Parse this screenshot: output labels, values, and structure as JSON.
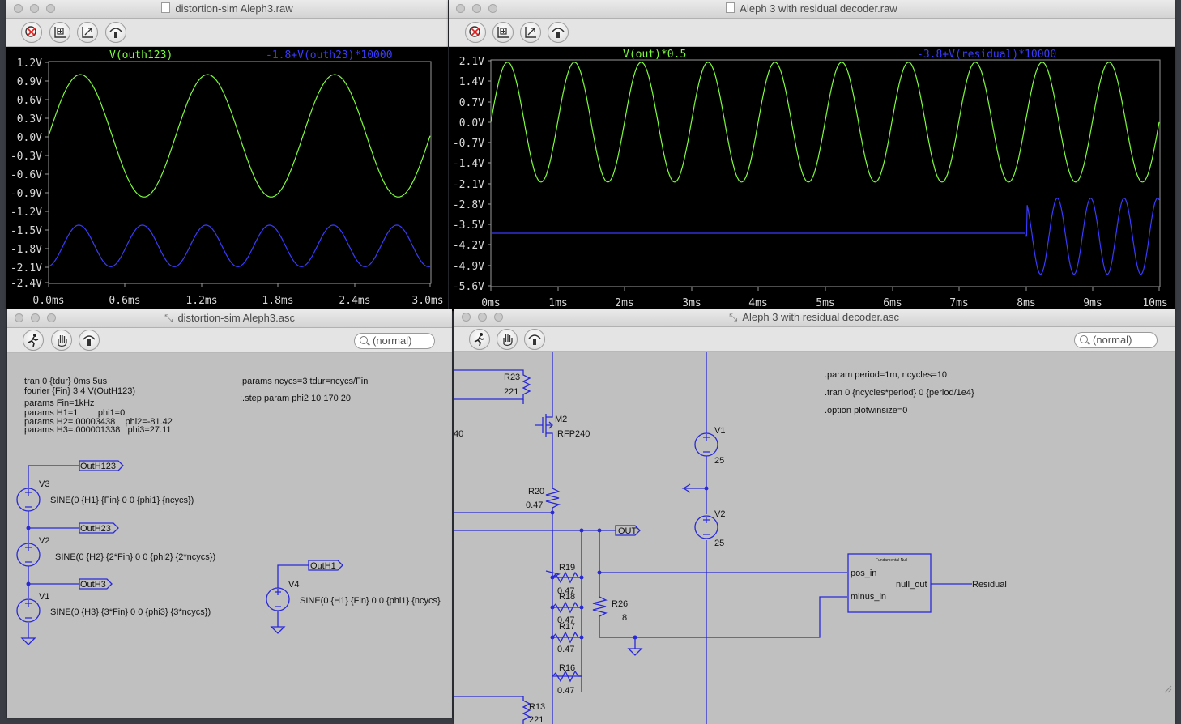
{
  "windows": {
    "raw1": {
      "title": "distortion-sim Aleph3.raw",
      "trace1": "V(outh123)",
      "trace2": "-1.8+V(outh23)*10000",
      "yticks": [
        "1.2V",
        "0.9V",
        "0.6V",
        "0.3V",
        "0.0V",
        "-0.3V",
        "-0.6V",
        "-0.9V",
        "-1.2V",
        "-1.5V",
        "-1.8V",
        "-2.1V",
        "-2.4V"
      ],
      "xticks": [
        "0.0ms",
        "0.6ms",
        "1.2ms",
        "1.8ms",
        "2.4ms",
        "3.0ms"
      ]
    },
    "raw2": {
      "title": "Aleph 3 with residual decoder.raw",
      "trace1": "V(out)*0.5",
      "trace2": "-3.8+V(residual)*10000",
      "yticks": [
        "2.1V",
        "1.4V",
        "0.7V",
        "0.0V",
        "-0.7V",
        "-1.4V",
        "-2.1V",
        "-2.8V",
        "-3.5V",
        "-4.2V",
        "-4.9V",
        "-5.6V"
      ],
      "xticks": [
        "0ms",
        "1ms",
        "2ms",
        "3ms",
        "4ms",
        "5ms",
        "6ms",
        "7ms",
        "8ms",
        "9ms",
        "10ms"
      ]
    },
    "asc1": {
      "title": "distortion-sim Aleph3.asc",
      "search_placeholder": "(normal)",
      "directives_left": [
        ".tran 0 {tdur} 0ms 5us",
        ".fourier {Fin} 3 4 V(OutH123)",
        ".params Fin=1kHz",
        ".params H1=1        phi1=0",
        ".params H2=.00003438    phi2=-81.42",
        ".params H3=.000001338   phi3=27.11"
      ],
      "directive_params": ".params ncycs=3 tdur=ncycs/Fin",
      "directive_step": ";.step param phi2 10 170 20",
      "nets": [
        "OutH123",
        "OutH23",
        "OutH3",
        "OutH1"
      ],
      "sources": [
        {
          "name": "V3",
          "value": "SINE(0 {H1} {Fin} 0 0 {phi1} {ncycs})"
        },
        {
          "name": "V2",
          "value": "SINE(0 {H2} {2*Fin} 0 0 {phi2} {2*ncycs})"
        },
        {
          "name": "V1",
          "value": "SINE(0 {H3} {3*Fin} 0 0 {phi3} {3*ncycs})"
        },
        {
          "name": "V4",
          "value": "SINE(0 {H1} {Fin} 0 0 {phi1} {ncycs}"
        }
      ]
    },
    "asc2": {
      "title": "Aleph 3 with residual decoder.asc",
      "search_placeholder": "(normal)",
      "directives": [
        ".param period=1m, ncycles=10",
        ".tran 0 {ncycles*period} 0 {period/1e4}",
        ".option plotwinsize=0"
      ],
      "partial_left": "40",
      "components": {
        "r23": {
          "name": "R23",
          "value": "221"
        },
        "m2": {
          "name": "M2",
          "value": "IRFP240"
        },
        "r20": {
          "name": "R20",
          "value": "0.47"
        },
        "r19": {
          "name": "R19",
          "value": "0.47"
        },
        "r18": {
          "name": "R18",
          "value": "0.47"
        },
        "r17": {
          "name": "R17",
          "value": "0.47"
        },
        "r16": {
          "name": "R16",
          "value": "0.47"
        },
        "r26": {
          "name": "R26",
          "value": "8"
        },
        "r13": {
          "name": "R13",
          "value": "221"
        },
        "v1": {
          "name": "V1",
          "value": "25"
        },
        "v2": {
          "name": "V2",
          "value": "25"
        }
      },
      "out_label": "OUT",
      "block": {
        "title": "Fundamental Null",
        "pos": "pos_in",
        "minus": "minus_in",
        "out": "null_out"
      },
      "residual_label": "Residual"
    }
  },
  "colors": {
    "plot_bg": "#000000",
    "trace_green": "#7cfc3c",
    "trace_blue": "#3a3aff",
    "wire": "#2828d8",
    "schematic_bg": "#c0c0c0"
  }
}
